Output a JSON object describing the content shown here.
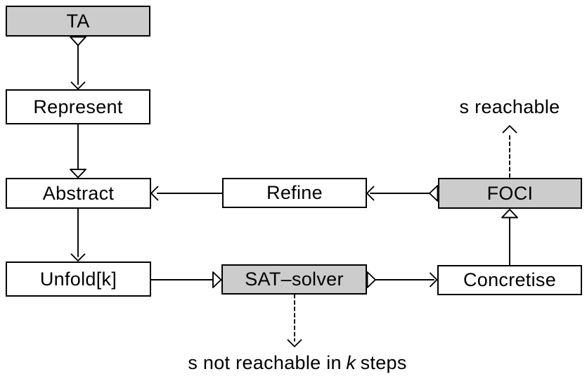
{
  "diagram": {
    "boxes": [
      {
        "id": "ta",
        "label": "TA",
        "shaded": true
      },
      {
        "id": "represent",
        "label": "Represent",
        "shaded": false
      },
      {
        "id": "abstract",
        "label": "Abstract",
        "shaded": false
      },
      {
        "id": "unfold",
        "label": "Unfold[k]",
        "shaded": false
      },
      {
        "id": "refine",
        "label": "Refine",
        "shaded": false
      },
      {
        "id": "sat",
        "label": "SAT–solver",
        "shaded": true
      },
      {
        "id": "foci",
        "label": "FOCI",
        "shaded": true
      },
      {
        "id": "concretise",
        "label": "Concretise",
        "shaded": false
      }
    ],
    "outcome_labels": {
      "s_reachable": "s reachable",
      "s_not_reachable_prefix": "s not reachable in",
      "s_not_reachable_var": "k",
      "s_not_reachable_suffix": "steps"
    },
    "edges": [
      {
        "from": "TA",
        "to": "Represent",
        "line": "solid",
        "tail": "open-triangle",
        "head": "v-arrow"
      },
      {
        "from": "Represent",
        "to": "Abstract",
        "line": "solid",
        "tail": "none",
        "head": "open-triangle"
      },
      {
        "from": "Abstract",
        "to": "Unfold[k]",
        "line": "solid",
        "tail": "none",
        "head": "v-arrow"
      },
      {
        "from": "Unfold[k]",
        "to": "SAT–solver",
        "line": "solid",
        "tail": "none",
        "head": "open-triangle"
      },
      {
        "from": "SAT–solver",
        "to": "Concretise",
        "line": "solid",
        "tail": "open-triangle",
        "head": "v-arrow"
      },
      {
        "from": "Concretise",
        "to": "FOCI",
        "line": "solid",
        "tail": "none",
        "head": "open-triangle"
      },
      {
        "from": "FOCI",
        "to": "Refine",
        "line": "solid",
        "tail": "open-triangle",
        "head": "v-arrow"
      },
      {
        "from": "Refine",
        "to": "Abstract",
        "line": "solid",
        "tail": "none",
        "head": "v-arrow"
      },
      {
        "from": "FOCI",
        "to": "s reachable",
        "line": "dashed",
        "tail": "none",
        "head": "v-arrow"
      },
      {
        "from": "SAT–solver",
        "to": "s not reachable in k steps",
        "line": "dashed",
        "tail": "none",
        "head": "v-arrow"
      }
    ],
    "colors": {
      "shaded_box_fill": "#cccccc",
      "plain_box_fill": "#ffffff",
      "line": "#000000",
      "background": "#ffffff"
    }
  }
}
